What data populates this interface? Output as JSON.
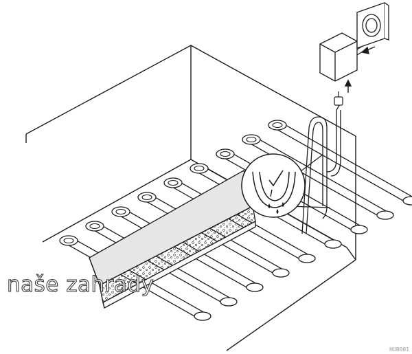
{
  "watermark": {
    "text": "naše zahrady"
  },
  "figure_code": "HU8001",
  "diagram": {
    "heating_loops": 9,
    "colors": {
      "line": "#1a1a1a",
      "concrete_fill": "#e4e4e4",
      "gravel_fill": "#f4f4f4",
      "background": "#ffffff"
    }
  },
  "icons": [
    "wall-socket-icon",
    "power-adapter-icon",
    "plug-icon",
    "arrow-icon",
    "check-mark-icon",
    "water-drop-icon"
  ]
}
